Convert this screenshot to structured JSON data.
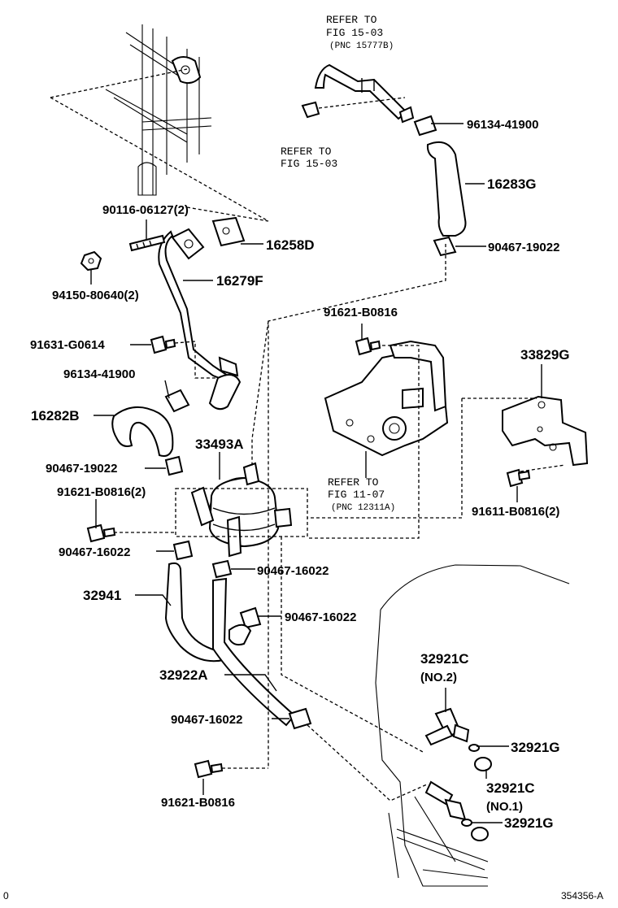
{
  "diagram": {
    "labels": {
      "refer_top_1": "REFER TO",
      "refer_top_2": "FIG 15-03",
      "refer_top_3": "(PNC 15777B)",
      "p96134_top": "96134-41900",
      "refer_mid_1": "REFER TO",
      "refer_mid_2": "FIG 15-03",
      "p16283G": "16283G",
      "p90116": "90116-06127(2)",
      "p90467_19022_r": "90467-19022",
      "p16258D": "16258D",
      "p94150": "94150-80640(2)",
      "p16279F": "16279F",
      "p91621_top": "91621-B0816",
      "p91631": "91631-G0614",
      "p33829G": "33829G",
      "p96134_left": "96134-41900",
      "p16282B": "16282B",
      "p33493A": "33493A",
      "p90467_19022_l": "90467-19022",
      "refer_low_1": "REFER TO",
      "refer_low_2": "FIG 11-07",
      "refer_low_3": "(PNC 12311A)",
      "p91621_2": "91621-B0816(2)",
      "p91611": "91611-B0816(2)",
      "p90467_16022_a": "90467-16022",
      "p90467_16022_b": "90467-16022",
      "p32941": "32941",
      "p90467_16022_c": "90467-16022",
      "p32921C_top": "32921C",
      "p32921C_top_sub": "(NO.2)",
      "p32922A": "32922A",
      "p90467_16022_d": "90467-16022",
      "p32921G_top": "32921G",
      "p32921C_bot": "32921C",
      "p32921C_bot_sub": "(NO.1)",
      "p91621_bot": "91621-B0816",
      "p32921G_bot": "32921G"
    },
    "footer": {
      "left": "0",
      "right": "354356-A"
    }
  }
}
